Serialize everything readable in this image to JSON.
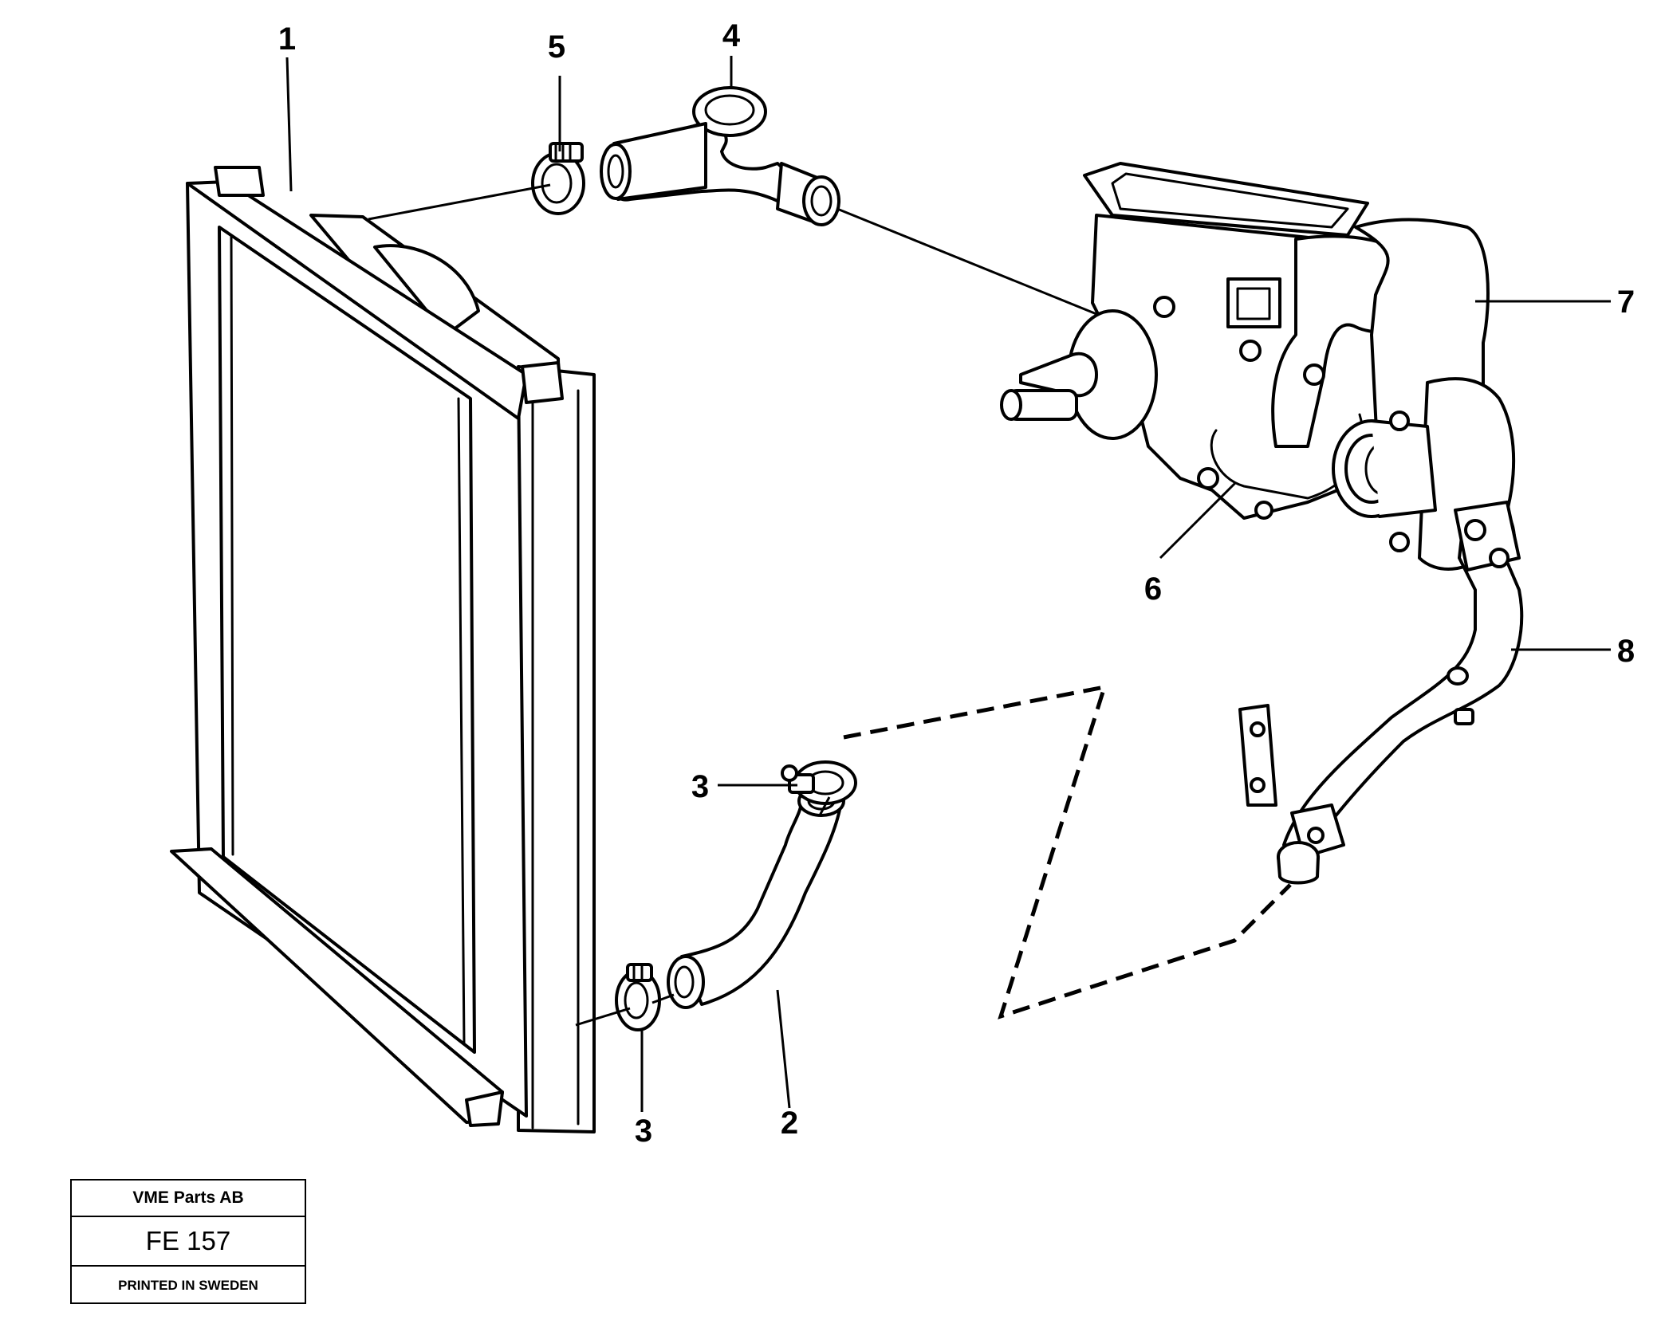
{
  "callouts": {
    "c1": "1",
    "c2": "2",
    "c3a": "3",
    "c3b": "3",
    "c4": "4",
    "c5": "5",
    "c6": "6",
    "c7": "7",
    "c8": "8"
  },
  "title_block": {
    "company": "VME Parts AB",
    "code": "FE 157",
    "printed": "PRINTED IN SWEDEN"
  }
}
